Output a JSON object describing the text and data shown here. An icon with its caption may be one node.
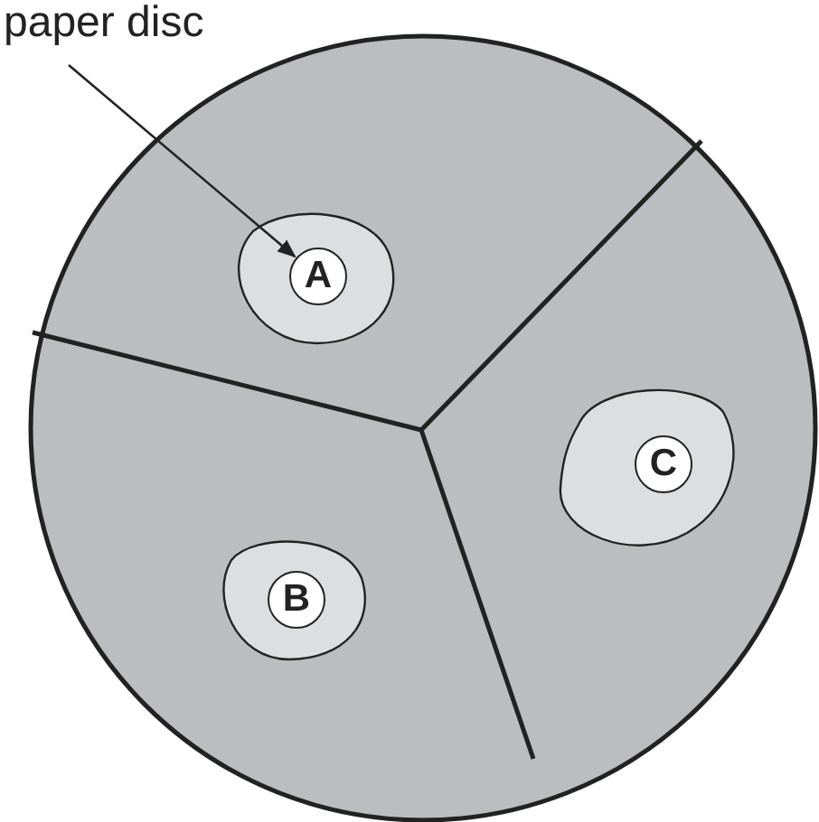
{
  "diagram": {
    "nodes": [
      {
        "text": [
          "paper disc"
        ]
      },
      {
        "text": [
          "A"
        ]
      },
      {
        "text": [
          "B"
        ]
      },
      {
        "text": [
          "C"
        ]
      }
    ],
    "edges": [
      {
        "from": 0,
        "to": 1,
        "arrow": "to"
      }
    ]
  }
}
